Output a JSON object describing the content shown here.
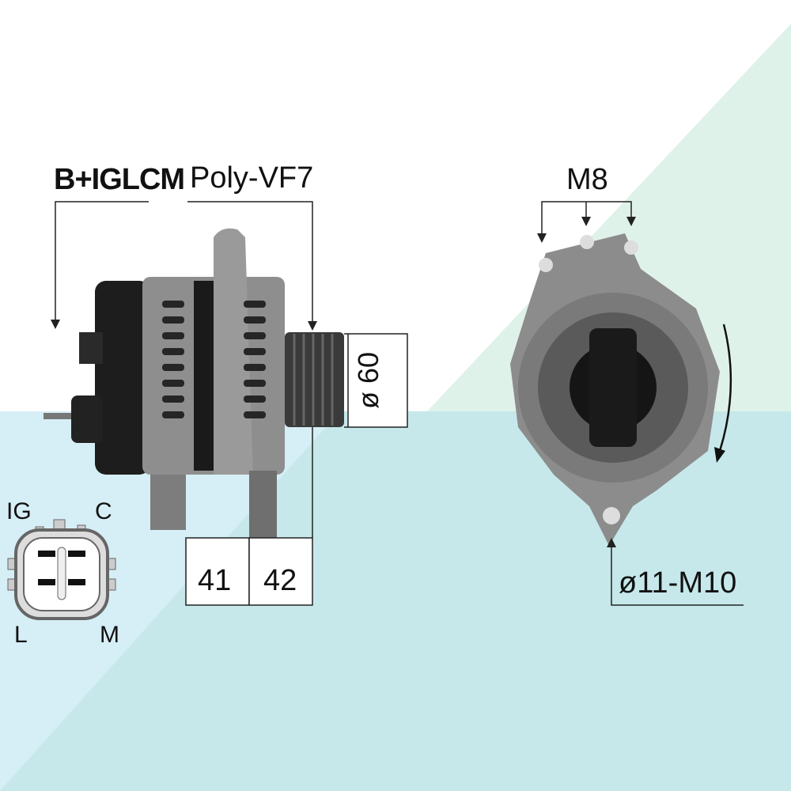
{
  "labels": {
    "connector_type": "B+IGLCM",
    "pulley": "Poly-VF7",
    "pulley_diameter": "ø 60",
    "dim_1": "41",
    "dim_2": "42",
    "thread": "M8",
    "mount_hole": "ø11-M10"
  },
  "connector_pins": {
    "top_left": "IG",
    "top_right": "C",
    "bottom_left": "L",
    "bottom_right": "M"
  },
  "colors": {
    "bg_white": "#ffffff",
    "bg_green": "#dff2ea",
    "bg_cyan": "#c6e8ea",
    "bg_light_blue": "#d6eef6"
  }
}
